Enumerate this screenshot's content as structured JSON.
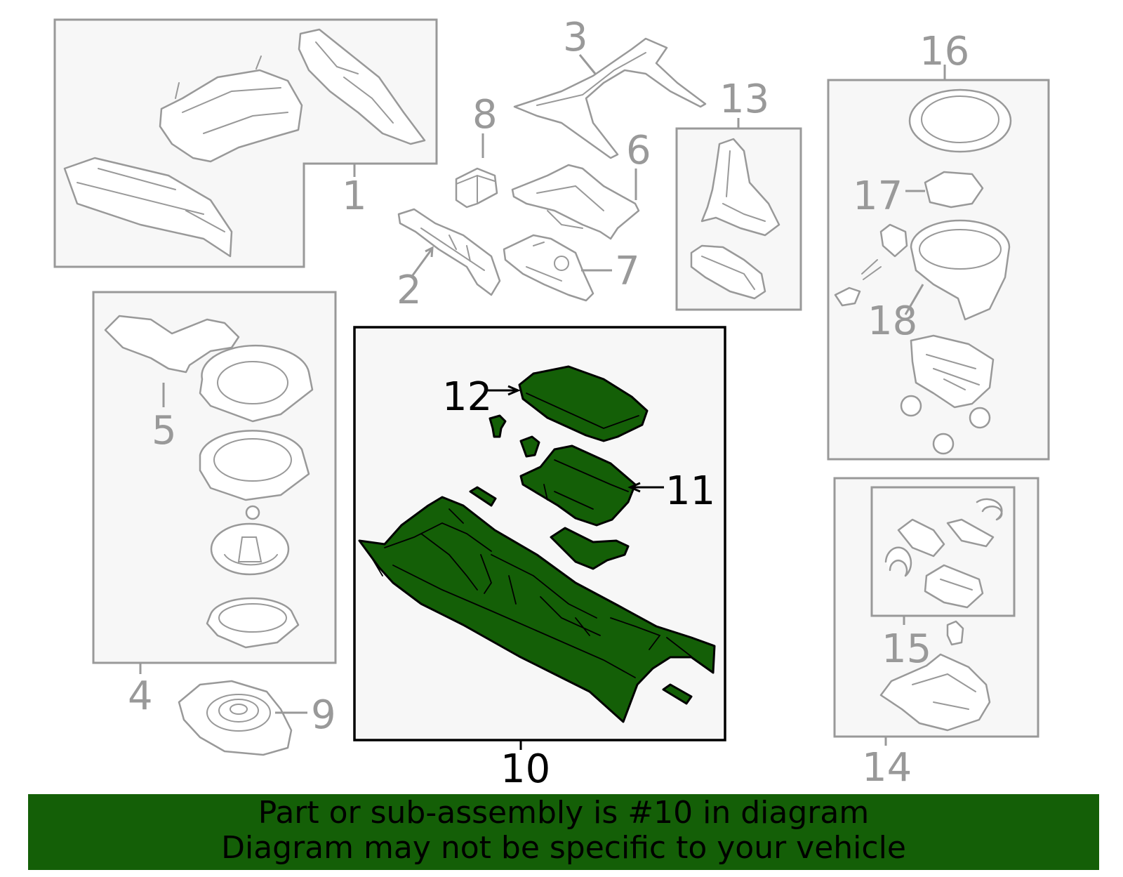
{
  "callouts": {
    "c1": "1",
    "c2": "2",
    "c3": "3",
    "c4": "4",
    "c5": "5",
    "c6": "6",
    "c7": "7",
    "c8": "8",
    "c9": "9",
    "c10": "10",
    "c11": "11",
    "c12": "12",
    "c13": "13",
    "c14": "14",
    "c15": "15",
    "c16": "16",
    "c17": "17",
    "c18": "18"
  },
  "highlight": {
    "part": "10",
    "color": "#145f07"
  },
  "banner": {
    "line1": "Part or sub-assembly is #10 in diagram",
    "line2": "Diagram may not be specific to your vehicle",
    "background": "#145f07"
  }
}
